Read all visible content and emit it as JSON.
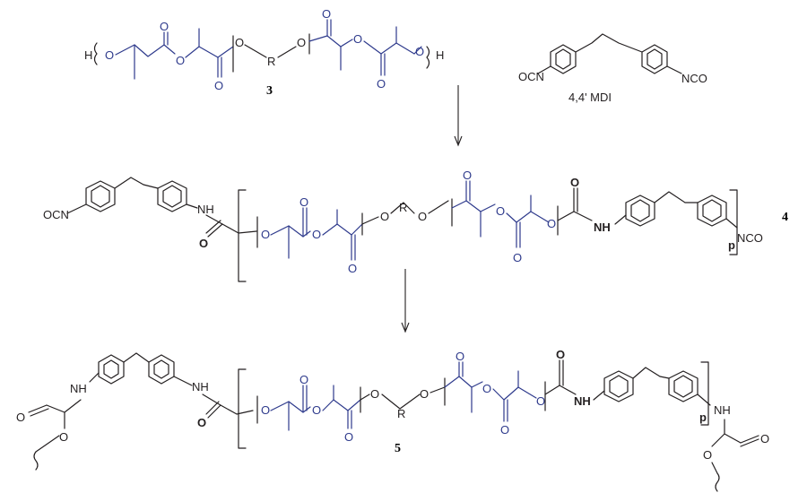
{
  "colors": {
    "ink": "#231f20",
    "lactide_blue": "#2e3a8c",
    "background": "#ffffff"
  },
  "labels": {
    "H": "H",
    "O": "O",
    "R": "R",
    "OCN": "OCN",
    "NCO": "NCO",
    "NH": "NH",
    "p": "p",
    "mdi": "4,4' MDI"
  },
  "compounds": {
    "c3": "3",
    "c4": "4",
    "c5": "5"
  }
}
